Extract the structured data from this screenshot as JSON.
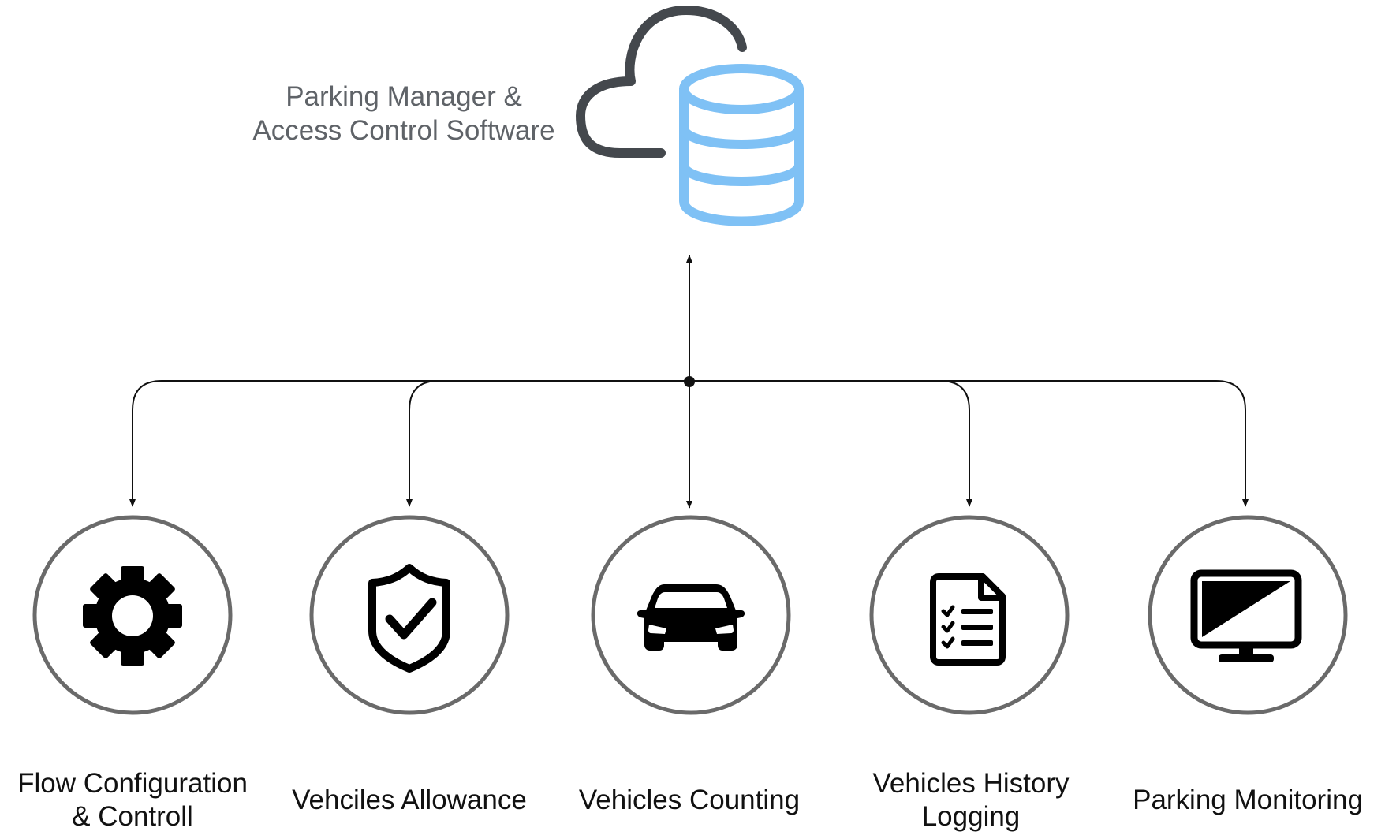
{
  "system": {
    "title_line1": "Parking Manager &",
    "title_line2": "Access Control Software",
    "icons": [
      "cloud-icon",
      "database-icon"
    ]
  },
  "modules": [
    {
      "id": "flow",
      "label_lines": [
        "Flow Configuration",
        "& Controll"
      ],
      "icon": "gear-icon"
    },
    {
      "id": "allowance",
      "label_lines": [
        "Vehciles Allowance"
      ],
      "icon": "shield-check-icon"
    },
    {
      "id": "counting",
      "label_lines": [
        "Vehicles Counting"
      ],
      "icon": "car-icon"
    },
    {
      "id": "history",
      "label_lines": [
        "Vehicles History",
        "Logging"
      ],
      "icon": "checklist-document-icon"
    },
    {
      "id": "monitoring",
      "label_lines": [
        "Parking Monitoring"
      ],
      "icon": "monitor-icon"
    }
  ],
  "colors": {
    "cloud": "#44484d",
    "database": "#7fc1f5",
    "circle_stroke": "#6a6a6a",
    "connector": "#111111",
    "icon_fill": "#000000"
  }
}
